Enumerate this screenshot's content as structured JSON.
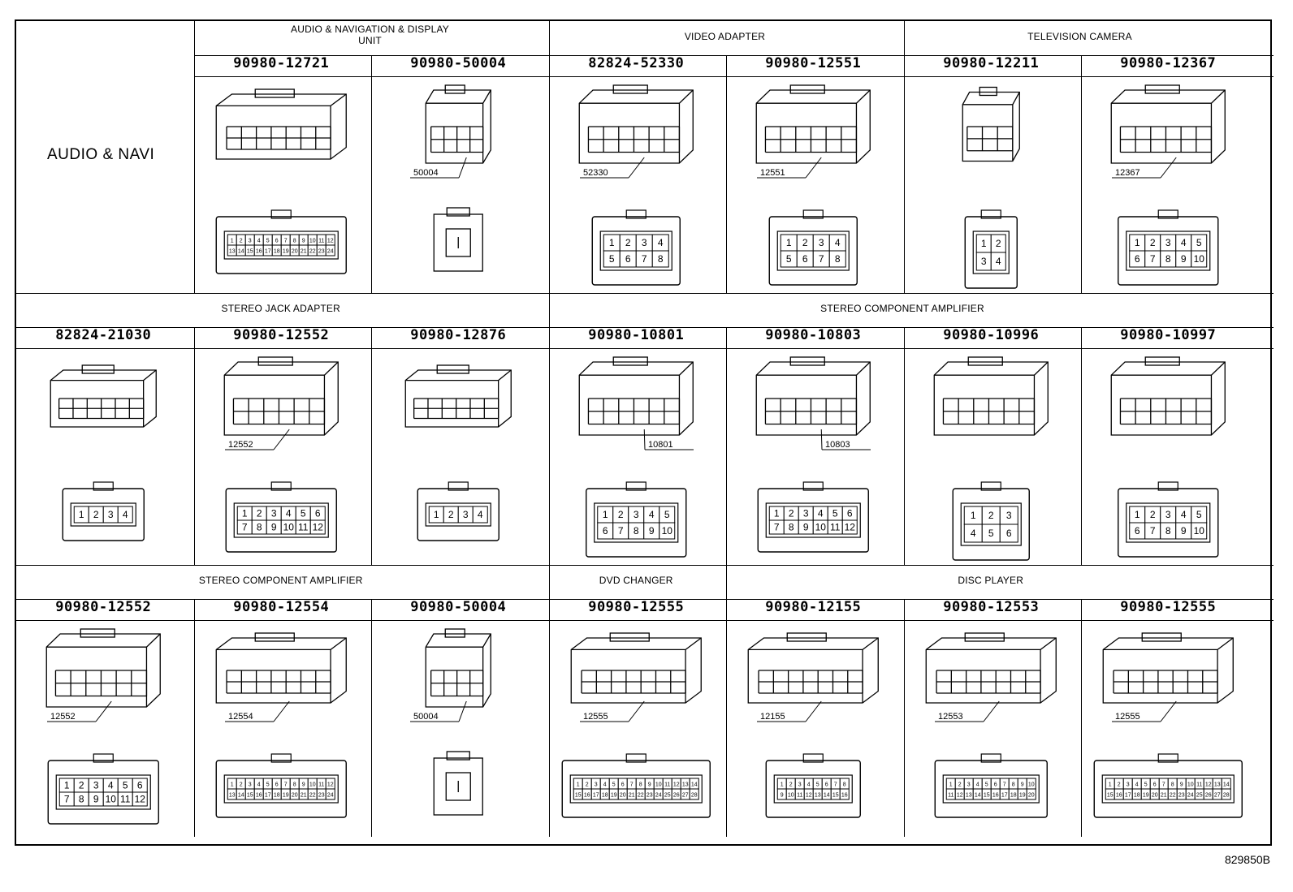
{
  "system_title": "AUDIO & NAVI",
  "footer_code": "829850B",
  "rows": [
    {
      "categories": [
        {
          "label": "AUDIO & NAVIGATION & DISPLAY\nUNIT",
          "span": 2
        },
        {
          "label": "VIDEO ADAPTER",
          "span": 2
        },
        {
          "label": "TELEVISION CAMERA",
          "span": 2
        }
      ],
      "connectors": [
        {
          "part": "90980-12721",
          "style": "wide",
          "callout": "",
          "pins": [
            "1",
            "2",
            "3",
            "4",
            "5",
            "6",
            "7",
            "8",
            "9",
            "10",
            "11",
            "12",
            "13",
            "14",
            "15",
            "16",
            "17",
            "18",
            "19",
            "20",
            "21",
            "22",
            "23",
            "24"
          ]
        },
        {
          "part": "90980-50004",
          "style": "coax",
          "callout": "50004",
          "pins": [
            "1"
          ]
        },
        {
          "part": "82824-52330",
          "style": "block",
          "callout": "52330",
          "pins": [
            "1",
            "2",
            "3",
            "4",
            "5",
            "6",
            "7",
            "8"
          ]
        },
        {
          "part": "90980-12551",
          "style": "block",
          "callout": "12551",
          "pins": [
            "1",
            "2",
            "3",
            "4",
            "5",
            "6",
            "7",
            "8"
          ]
        },
        {
          "part": "90980-12211",
          "style": "small",
          "callout": "",
          "pins": [
            "1",
            "2",
            "3",
            "4"
          ]
        },
        {
          "part": "90980-12367",
          "style": "cam",
          "callout": "12367",
          "pins": [
            "1",
            "2",
            "3",
            "4",
            "5",
            "6",
            "7",
            "8",
            "9",
            "10"
          ]
        }
      ]
    },
    {
      "categories": [
        {
          "label": "STEREO JACK ADAPTER",
          "span": 3
        },
        {
          "label": "STEREO COMPONENT AMPLIFIER",
          "span": 4
        }
      ],
      "connectors": [
        {
          "part": "82824-21030",
          "style": "jack",
          "callout": "",
          "pins": [
            "1",
            "2",
            "3",
            "4"
          ]
        },
        {
          "part": "90980-12552",
          "style": "block12",
          "callout": "12552",
          "pins": [
            "1",
            "2",
            "3",
            "4",
            "5",
            "6",
            "7",
            "8",
            "9",
            "10",
            "11",
            "12"
          ]
        },
        {
          "part": "90980-12876",
          "style": "jack",
          "callout": "",
          "pins": [
            "1",
            "2",
            "3",
            "4"
          ]
        },
        {
          "part": "90980-10801",
          "style": "amp",
          "callout": "10801",
          "pins": [
            "1",
            "2",
            "3",
            "4",
            "5",
            "6",
            "7",
            "8",
            "9",
            "10"
          ]
        },
        {
          "part": "90980-10803",
          "style": "amp12",
          "callout": "10803",
          "pins": [
            "1",
            "2",
            "3",
            "4",
            "5",
            "6",
            "7",
            "8",
            "9",
            "10",
            "11",
            "12"
          ]
        },
        {
          "part": "90980-10996",
          "style": "amp6",
          "callout": "",
          "pins": [
            "1",
            "2",
            "3",
            "4",
            "5",
            "6"
          ]
        },
        {
          "part": "90980-10997",
          "style": "amp10",
          "callout": "",
          "pins": [
            "1",
            "2",
            "3",
            "4",
            "5",
            "6",
            "7",
            "8",
            "9",
            "10"
          ]
        }
      ]
    },
    {
      "categories": [
        {
          "label": "STEREO COMPONENT AMPLIFIER",
          "span": 3
        },
        {
          "label": "DVD CHANGER",
          "span": 1
        },
        {
          "label": "DISC PLAYER",
          "span": 3
        }
      ],
      "connectors": [
        {
          "part": "90980-12552",
          "style": "block12",
          "callout": "12552",
          "pins": [
            "1",
            "2",
            "3",
            "4",
            "5",
            "6",
            "7",
            "8",
            "9",
            "10",
            "11",
            "12"
          ]
        },
        {
          "part": "90980-12554",
          "style": "wide24",
          "callout": "12554",
          "pins": [
            "1",
            "2",
            "3",
            "4",
            "5",
            "6",
            "7",
            "8",
            "9",
            "10",
            "11",
            "12",
            "13",
            "14",
            "15",
            "16",
            "17",
            "18",
            "19",
            "20",
            "21",
            "22",
            "23",
            "24"
          ]
        },
        {
          "part": "90980-50004",
          "style": "coax",
          "callout": "50004",
          "pins": [
            "1"
          ]
        },
        {
          "part": "90980-12555",
          "style": "wide28",
          "callout": "12555",
          "pins": [
            "1",
            "2",
            "3",
            "4",
            "5",
            "6",
            "7",
            "8",
            "9",
            "10",
            "11",
            "12",
            "13",
            "14",
            "15",
            "16",
            "17",
            "18",
            "19",
            "20",
            "21",
            "22",
            "23",
            "24",
            "25",
            "26",
            "27",
            "28"
          ]
        },
        {
          "part": "90980-12155",
          "style": "wide16",
          "callout": "12155",
          "pins": [
            "1",
            "2",
            "3",
            "4",
            "5",
            "6",
            "7",
            "8",
            "9",
            "10",
            "11",
            "12",
            "13",
            "14",
            "15",
            "16"
          ]
        },
        {
          "part": "90980-12553",
          "style": "wide20",
          "callout": "12553",
          "pins": [
            "1",
            "2",
            "3",
            "4",
            "5",
            "6",
            "7",
            "8",
            "9",
            "10",
            "11",
            "12",
            "13",
            "14",
            "15",
            "16",
            "17",
            "18",
            "19",
            "20"
          ]
        },
        {
          "part": "90980-12555",
          "style": "wide28",
          "callout": "12555",
          "pins": [
            "1",
            "2",
            "3",
            "4",
            "5",
            "6",
            "7",
            "8",
            "9",
            "10",
            "11",
            "12",
            "13",
            "14",
            "15",
            "16",
            "17",
            "18",
            "19",
            "20",
            "21",
            "22",
            "23",
            "24",
            "25",
            "26",
            "27",
            "28"
          ]
        }
      ]
    }
  ]
}
